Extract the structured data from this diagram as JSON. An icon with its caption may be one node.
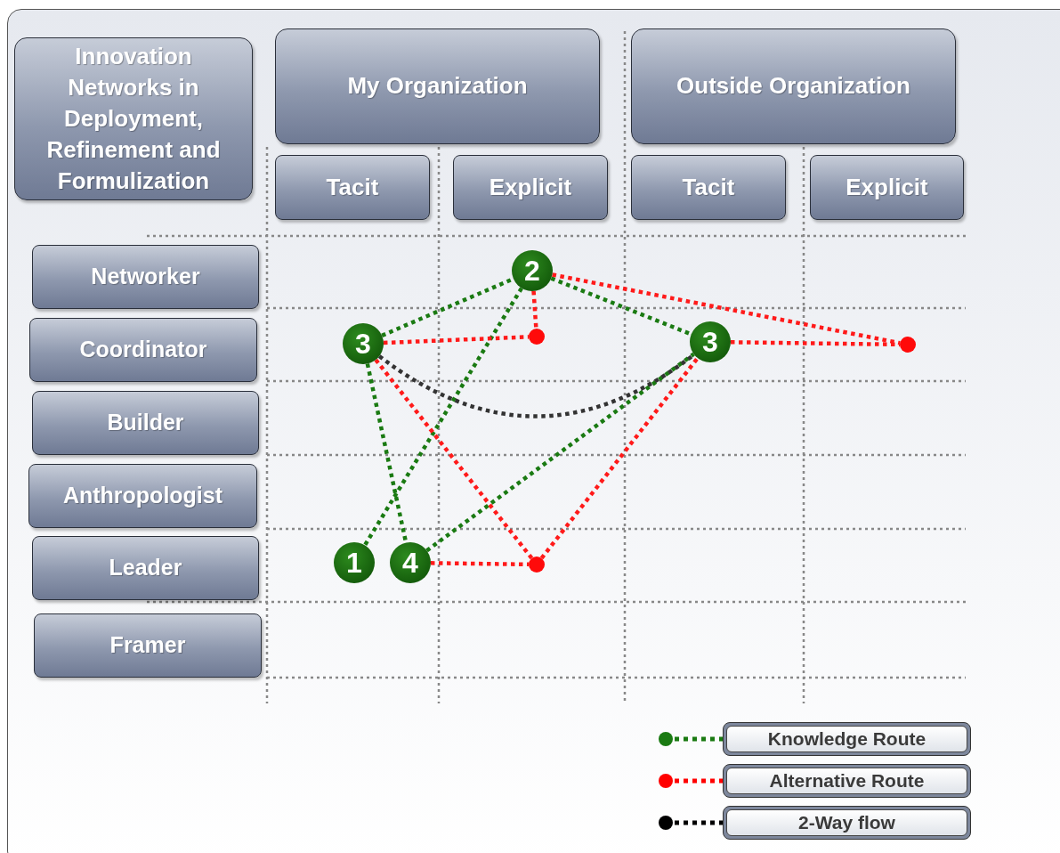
{
  "diagram": {
    "nodes": [
      {
        "text": [
          "Innovation Networks in Deployment, Refinement and Formulization"
        ]
      },
      {
        "text": [
          "My Organization"
        ]
      },
      {
        "text": [
          "Outside Organization"
        ]
      },
      {
        "text": [
          "Tacit"
        ]
      },
      {
        "text": [
          "Explicit"
        ]
      },
      {
        "text": [
          "Tacit"
        ]
      },
      {
        "text": [
          "Explicit"
        ]
      },
      {
        "text": [
          "Networker"
        ]
      },
      {
        "text": [
          "Coordinator"
        ]
      },
      {
        "text": [
          "Builder"
        ]
      },
      {
        "text": [
          "Anthropologist"
        ]
      },
      {
        "text": [
          "Leader"
        ]
      },
      {
        "text": [
          "Framer"
        ]
      },
      {
        "text": [
          "2"
        ]
      },
      {
        "text": [
          "3"
        ]
      },
      {
        "text": [
          "3"
        ]
      },
      {
        "text": [
          "1"
        ]
      },
      {
        "text": [
          "4"
        ]
      },
      {
        "text": [],
        "shape": "circle"
      },
      {
        "text": [],
        "shape": "circle"
      },
      {
        "text": [],
        "shape": "circle"
      }
    ],
    "edges": [
      {
        "from": 14,
        "to": 13,
        "arrow": "none",
        "color": "#1a7a12"
      },
      {
        "from": 13,
        "to": 15,
        "arrow": "none",
        "color": "#1a7a12"
      },
      {
        "from": 13,
        "to": 16,
        "arrow": "none",
        "color": "#1a7a12"
      },
      {
        "from": 14,
        "to": 17,
        "arrow": "none",
        "color": "#1a7a12"
      },
      {
        "from": 17,
        "to": 15,
        "arrow": "none",
        "color": "#1a7a12"
      },
      {
        "from": 13,
        "to": 18,
        "arrow": "none"
      },
      {
        "from": 14,
        "to": 18,
        "arrow": "none"
      },
      {
        "from": 13,
        "to": 19,
        "arrow": "none"
      },
      {
        "from": 15,
        "to": 19,
        "arrow": "none"
      },
      {
        "from": 14,
        "to": 20,
        "arrow": "none"
      },
      {
        "from": 17,
        "to": 20,
        "arrow": "none"
      },
      {
        "from": 20,
        "to": 15,
        "arrow": "none"
      },
      {
        "from": 14,
        "to": 15,
        "arrow": "none",
        "color": "#333333"
      }
    ],
    "legend": [
      {
        "text": "Knowledge Route",
        "color": "#1a7a12"
      },
      {
        "text": "Alternative Route",
        "color": "#ff0000"
      },
      {
        "text": "2-Way flow",
        "color": "#000000"
      }
    ]
  }
}
